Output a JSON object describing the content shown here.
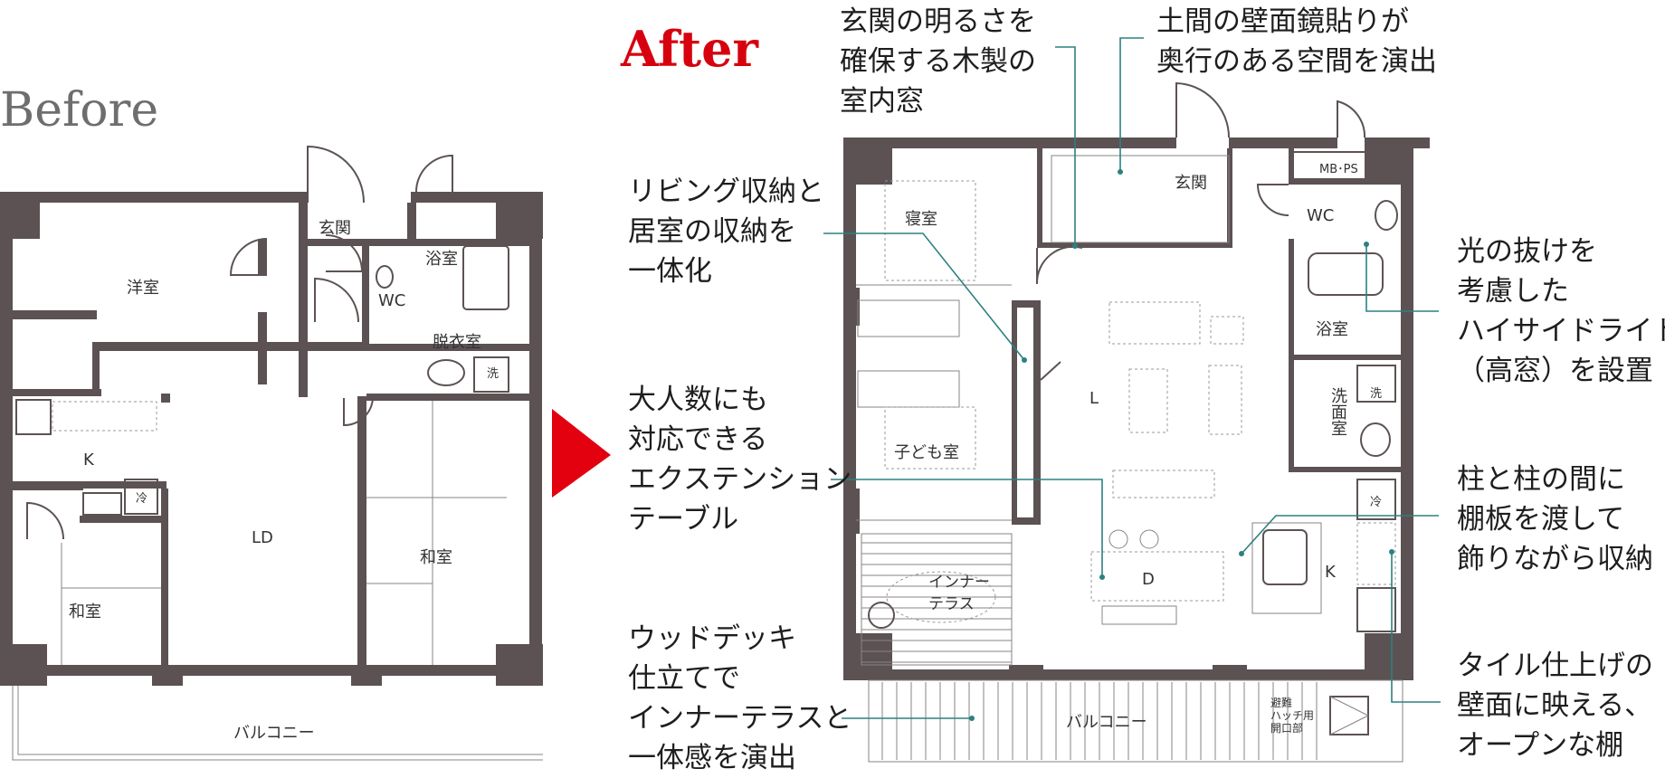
{
  "before": {
    "title": "Before",
    "rooms": {
      "western": "洋室",
      "entrance": "玄関",
      "bath": "浴室",
      "wc": "WC",
      "dressing": "脱衣室",
      "wash": "洗",
      "kitchen": "K",
      "fridge": "冷",
      "ld": "LD",
      "japanese_left": "和室",
      "japanese_right": "和室",
      "balcony": "バルコニー"
    }
  },
  "arrow_color": "#e3000f",
  "after": {
    "title": "After",
    "title_color": "#d7000f",
    "rooms": {
      "entrance": "玄関",
      "mbps": "MB･PS",
      "wc": "WC",
      "bedroom": "寝室",
      "bath": "浴室",
      "washroom": "洗面室",
      "wash": "洗",
      "fridge": "冷",
      "living": "L",
      "kids_room": "子ども室",
      "dining": "D",
      "kitchen": "K",
      "inner_terrace": [
        "インナー",
        "テラス"
      ],
      "balcony": "バルコニー",
      "hatch": [
        "避難",
        "ハッチ用",
        "開口部"
      ]
    },
    "callouts": {
      "entrance_window": [
        "玄関の明るさを",
        "確保する木製の",
        "室内窓"
      ],
      "mirror": [
        "土間の壁面鏡貼りが",
        "奥行のある空間を演出"
      ],
      "storage": [
        "リビング収納と",
        "居室の収納を",
        "一体化"
      ],
      "highside": [
        "光の抜けを",
        "考慮した",
        "ハイサイドライト",
        "（高窓）を設置"
      ],
      "table": [
        "大人数にも",
        "対応できる",
        "エクステンション",
        "テーブル"
      ],
      "shelf": [
        "柱と柱の間に",
        "棚板を渡して",
        "飾りながら収納"
      ],
      "deck": [
        "ウッドデッキ",
        "仕立てで",
        "インナーテラスと",
        "一体感を演出"
      ],
      "tile": [
        "タイル仕上げの",
        "壁面に映える、",
        "オープンな棚"
      ]
    },
    "leader_color": "#2d8080"
  }
}
